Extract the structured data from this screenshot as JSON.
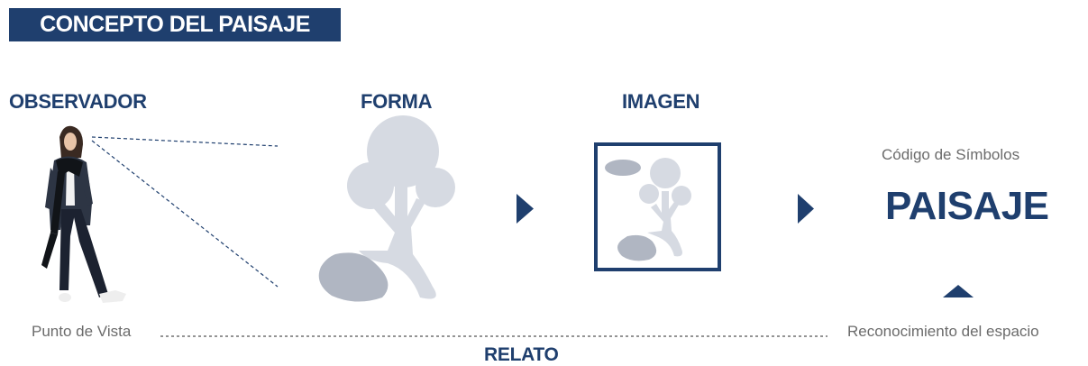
{
  "title": "CONCEPTO DEL PAISAJE",
  "columns": {
    "observador": "OBSERVADOR",
    "forma": "FORMA",
    "imagen": "IMAGEN"
  },
  "result": {
    "caption": "Código de Símbolos",
    "label": "PAISAJE"
  },
  "bottom": {
    "left_caption": "Punto de Vista",
    "right_caption": "Reconocimiento del espacio",
    "relato": "RELATO"
  },
  "colors": {
    "navy": "#1f3f6e",
    "gray_shape": "#d6dae2",
    "gray_stone": "#b0b6c2",
    "caption_gray": "#6b6b6b"
  }
}
